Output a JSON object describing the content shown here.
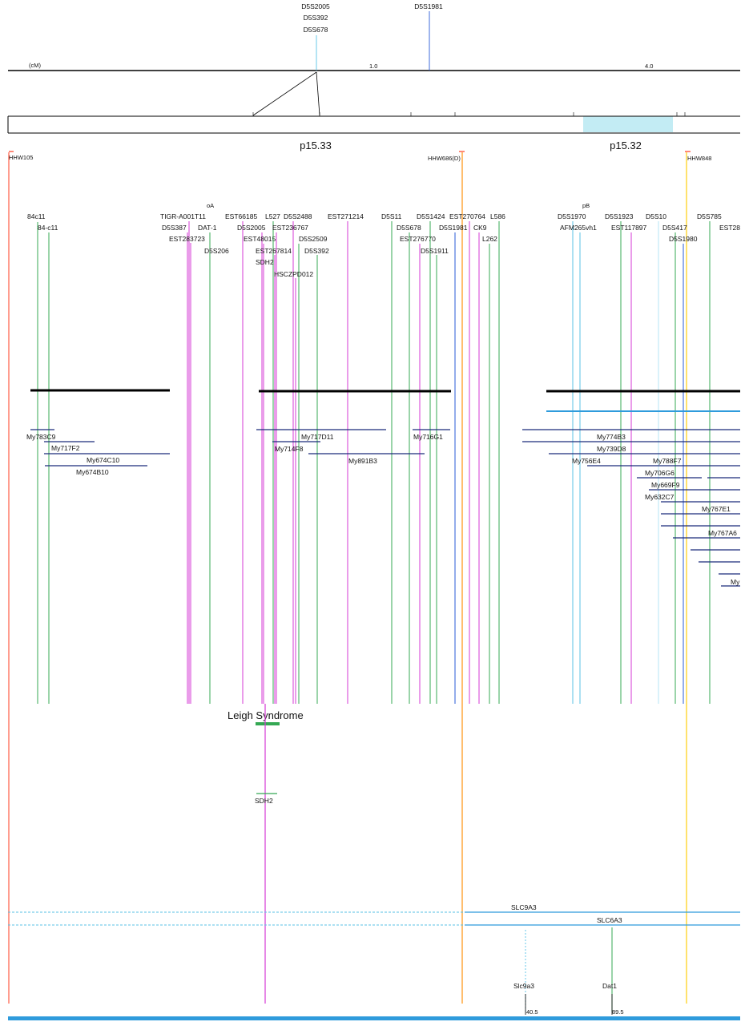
{
  "colors": {
    "green": "#34a853",
    "magenta": "#d63ad6",
    "cyan": "#58c2e6",
    "blue": "#2a5bd7",
    "navy": "#1b2a7a",
    "red": "#ff3b1f",
    "orange": "#ff9a1f",
    "yellow": "#ffd21f",
    "black": "#000000",
    "band_fill": "#a9e4ef",
    "bottom_bar": "#2f9bdc"
  },
  "genetic_map": {
    "unit": "(cM)",
    "top_markers": {
      "group_a": [
        "D5S2005",
        "D5S392",
        "D5S678"
      ],
      "group_b": "D5S1981"
    },
    "scale_labels": [
      "1.0",
      "4.0"
    ]
  },
  "bands": [
    "p15.33",
    "p15.32"
  ],
  "hybrids": [
    "HHW105",
    "HHW686(D)",
    "HHW848"
  ],
  "markers": [
    {
      "label": "84c11",
      "color": "green"
    },
    {
      "label": "84-c11",
      "color": "green"
    },
    {
      "label": "TIGR-A001T11",
      "color": "magenta"
    },
    {
      "label": "D5S387",
      "color": "magenta"
    },
    {
      "label": "EST283723",
      "color": "magenta"
    },
    {
      "label": "oA",
      "color": "magenta"
    },
    {
      "label": "DAT-1",
      "color": "green"
    },
    {
      "label": "D5S206",
      "color": "green"
    },
    {
      "label": "EST66185",
      "color": "magenta"
    },
    {
      "label": "D5S2005",
      "color": "magenta"
    },
    {
      "label": "EST48015",
      "color": "magenta"
    },
    {
      "label": "L527",
      "color": "green"
    },
    {
      "label": "EST236767",
      "color": "magenta"
    },
    {
      "label": "EST267814",
      "color": "magenta"
    },
    {
      "label": "SDH2",
      "color": "magenta"
    },
    {
      "label": "D5S2488",
      "color": "magenta"
    },
    {
      "label": "D5S2509",
      "color": "green"
    },
    {
      "label": "D5S392",
      "color": "green"
    },
    {
      "label": "HSCZPD012",
      "color": "magenta"
    },
    {
      "label": "EST271214",
      "color": "magenta"
    },
    {
      "label": "D5S11",
      "color": "green"
    },
    {
      "label": "D5S678",
      "color": "green"
    },
    {
      "label": "EST276770",
      "color": "magenta"
    },
    {
      "label": "D5S1424",
      "color": "green"
    },
    {
      "label": "D5S1981",
      "color": "blue"
    },
    {
      "label": "D5S1911",
      "color": "green"
    },
    {
      "label": "EST270764",
      "color": "magenta"
    },
    {
      "label": "CK9",
      "color": "magenta"
    },
    {
      "label": "L262",
      "color": "green"
    },
    {
      "label": "L586",
      "color": "green"
    },
    {
      "label": "pB",
      "color": "cyan"
    },
    {
      "label": "D5S1970",
      "color": "cyan"
    },
    {
      "label": "AFM265vh1",
      "color": "cyan"
    },
    {
      "label": "D5S1923",
      "color": "green"
    },
    {
      "label": "EST117897",
      "color": "magenta"
    },
    {
      "label": "D5S10",
      "color": "cyan"
    },
    {
      "label": "D5S417",
      "color": "green"
    },
    {
      "label": "D5S1980",
      "color": "blue"
    },
    {
      "label": "D5S785",
      "color": "green"
    },
    {
      "label": "EST28",
      "color": "magenta"
    }
  ],
  "clones": [
    "My783C9",
    "My717F2",
    "My674C10",
    "My674B10",
    "My717D11",
    "My714F8",
    "My891B3",
    "My716G1",
    "My774B3",
    "My739D8",
    "My756E4",
    "My788F7",
    "My706G6",
    "My669F9",
    "My632C7",
    "My767E1",
    "My767A6",
    "My"
  ],
  "disease": {
    "label": "Leigh Syndrome",
    "gene": "SDH2"
  },
  "mouse": {
    "human_genes": [
      "SLC9A3",
      "SLC6A3"
    ],
    "mouse_genes": [
      "Slc9a3",
      "Dat1"
    ],
    "positions": [
      "40.5",
      "89.5"
    ]
  }
}
